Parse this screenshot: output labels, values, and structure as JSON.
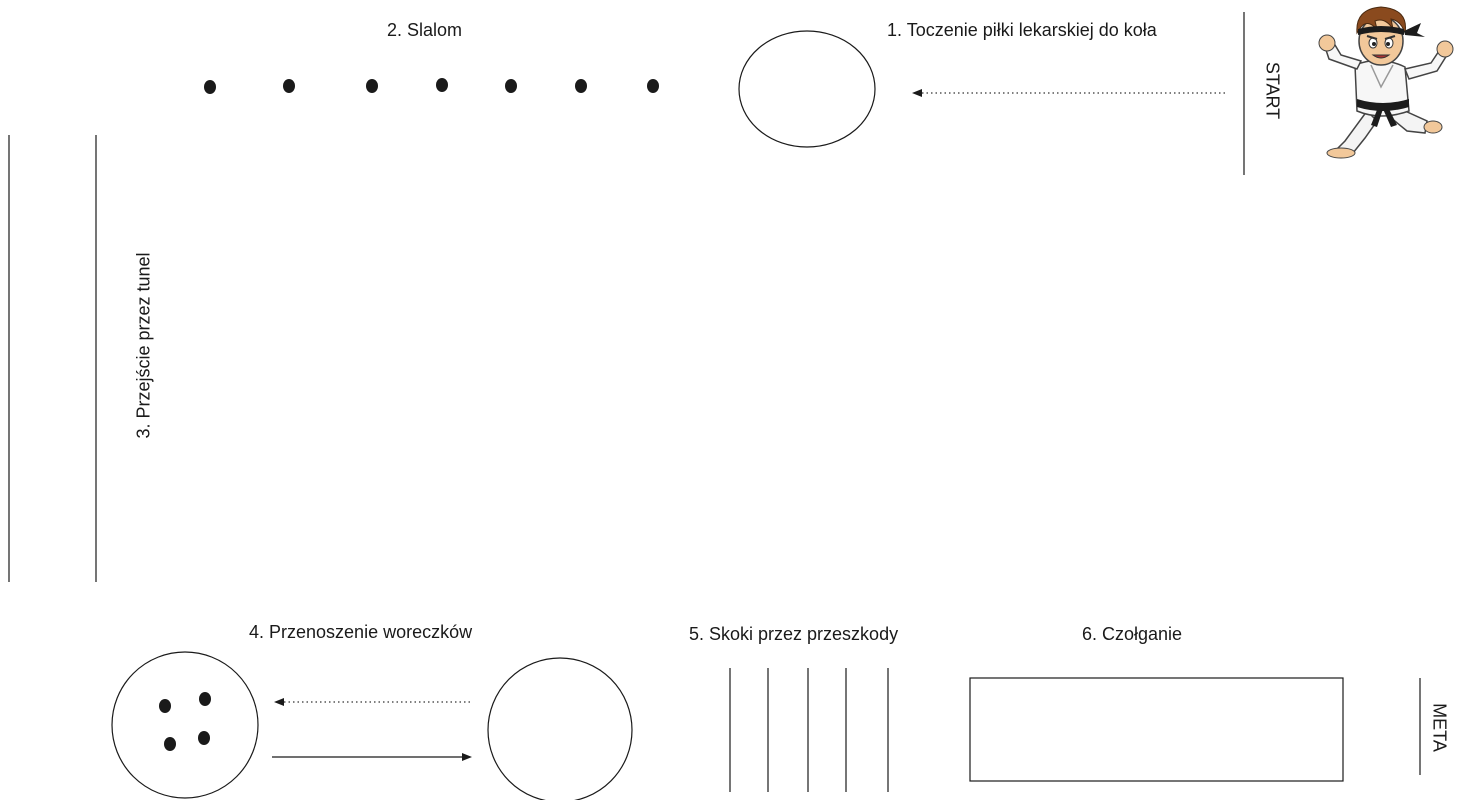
{
  "stations": {
    "start": "START",
    "station1": "1. Toczenie piłki lekarskiej do koła",
    "station2": "2. Slalom",
    "station3": "3. Przejście przez tunel",
    "station4": "4. Przenoszenie woreczków",
    "station5": "5. Skoki przez przeszkody",
    "station6": "6. Czołganie",
    "finish": "META"
  },
  "slalom_cone_count": 7,
  "bag_count": 4,
  "hurdle_count": 5,
  "mascot_icon": "karate-kid-mascot-icon",
  "colors": {
    "ink": "#1a1a1a",
    "background": "#ffffff"
  }
}
